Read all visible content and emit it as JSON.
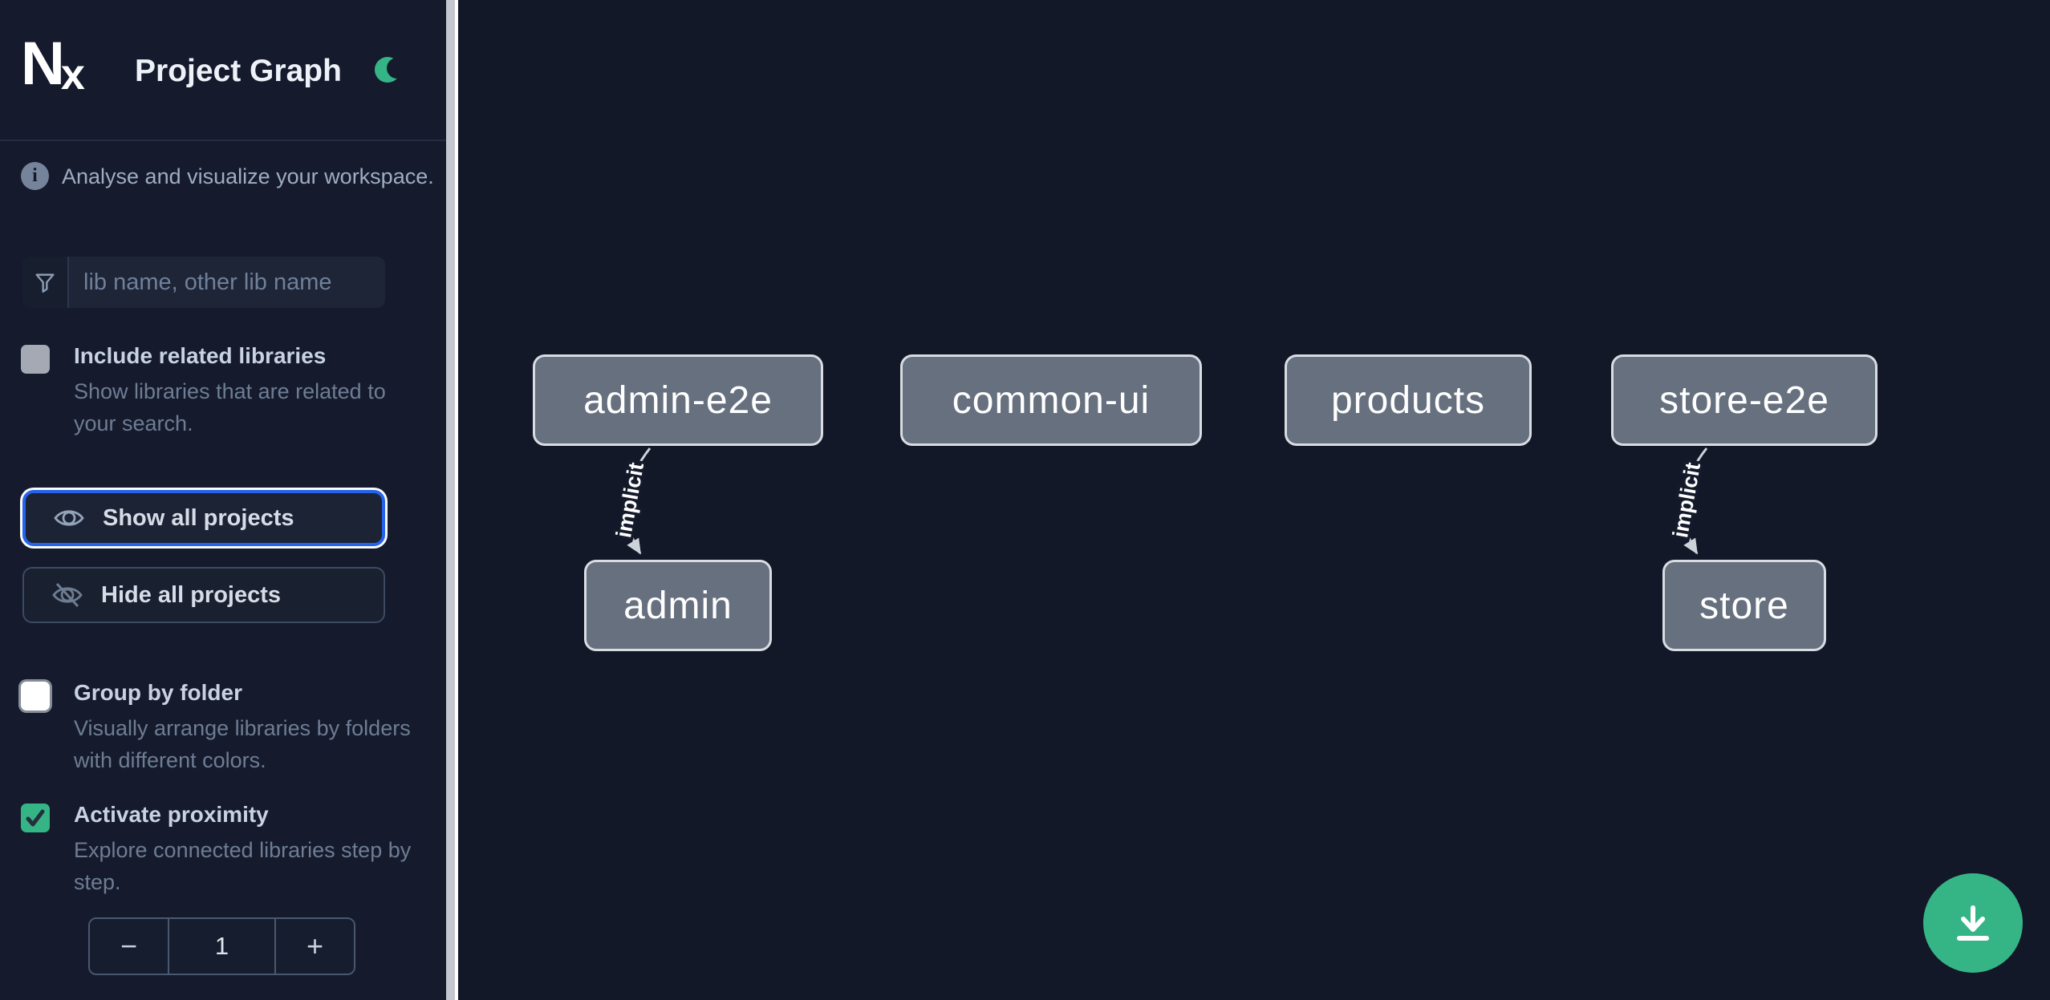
{
  "colors": {
    "sidebar_bg": "#151b2d",
    "canvas_bg": "#121828",
    "accent_green": "#35b586",
    "focus_blue": "#2563eb",
    "node_fill": "#67707f",
    "node_border": "#d9dde3",
    "edge_color": "#ced3da"
  },
  "header": {
    "brand_n": "N",
    "brand_x": "x",
    "title": "Project Graph",
    "theme_icon": "moon-icon"
  },
  "sidebar": {
    "info": {
      "icon_glyph": "i",
      "text": "Analyse and visualize your workspace."
    },
    "search": {
      "icon": "filter-icon",
      "placeholder": "lib name, other lib name",
      "value": ""
    },
    "toggles": [
      {
        "label": "Include related libraries",
        "description": "Show libraries that are related to your search.",
        "checked": false,
        "disabled": true
      },
      {
        "label": "Group by folder",
        "description": "Visually arrange libraries by folders with different colors.",
        "checked": false,
        "disabled": false
      },
      {
        "label": "Activate proximity",
        "description": "Explore connected libraries step by step.",
        "checked": true,
        "disabled": false
      }
    ],
    "actions": [
      {
        "label": "Show all projects",
        "icon": "eye-icon",
        "focused": true
      },
      {
        "label": "Hide all projects",
        "icon": "eye-off-icon",
        "focused": false
      }
    ],
    "proximity_stepper": {
      "decrement": "−",
      "value": "1",
      "increment": "+"
    }
  },
  "graph": {
    "nodes": [
      {
        "label": "admin-e2e"
      },
      {
        "label": "common-ui"
      },
      {
        "label": "products"
      },
      {
        "label": "store-e2e"
      },
      {
        "label": "admin"
      },
      {
        "label": "store"
      }
    ],
    "edges": [
      {
        "from": "admin-e2e",
        "to": "admin",
        "label": "implicit",
        "type": "implicit"
      },
      {
        "from": "store-e2e",
        "to": "store",
        "label": "implicit",
        "type": "implicit"
      }
    ]
  },
  "fab": {
    "icon": "download-icon"
  }
}
